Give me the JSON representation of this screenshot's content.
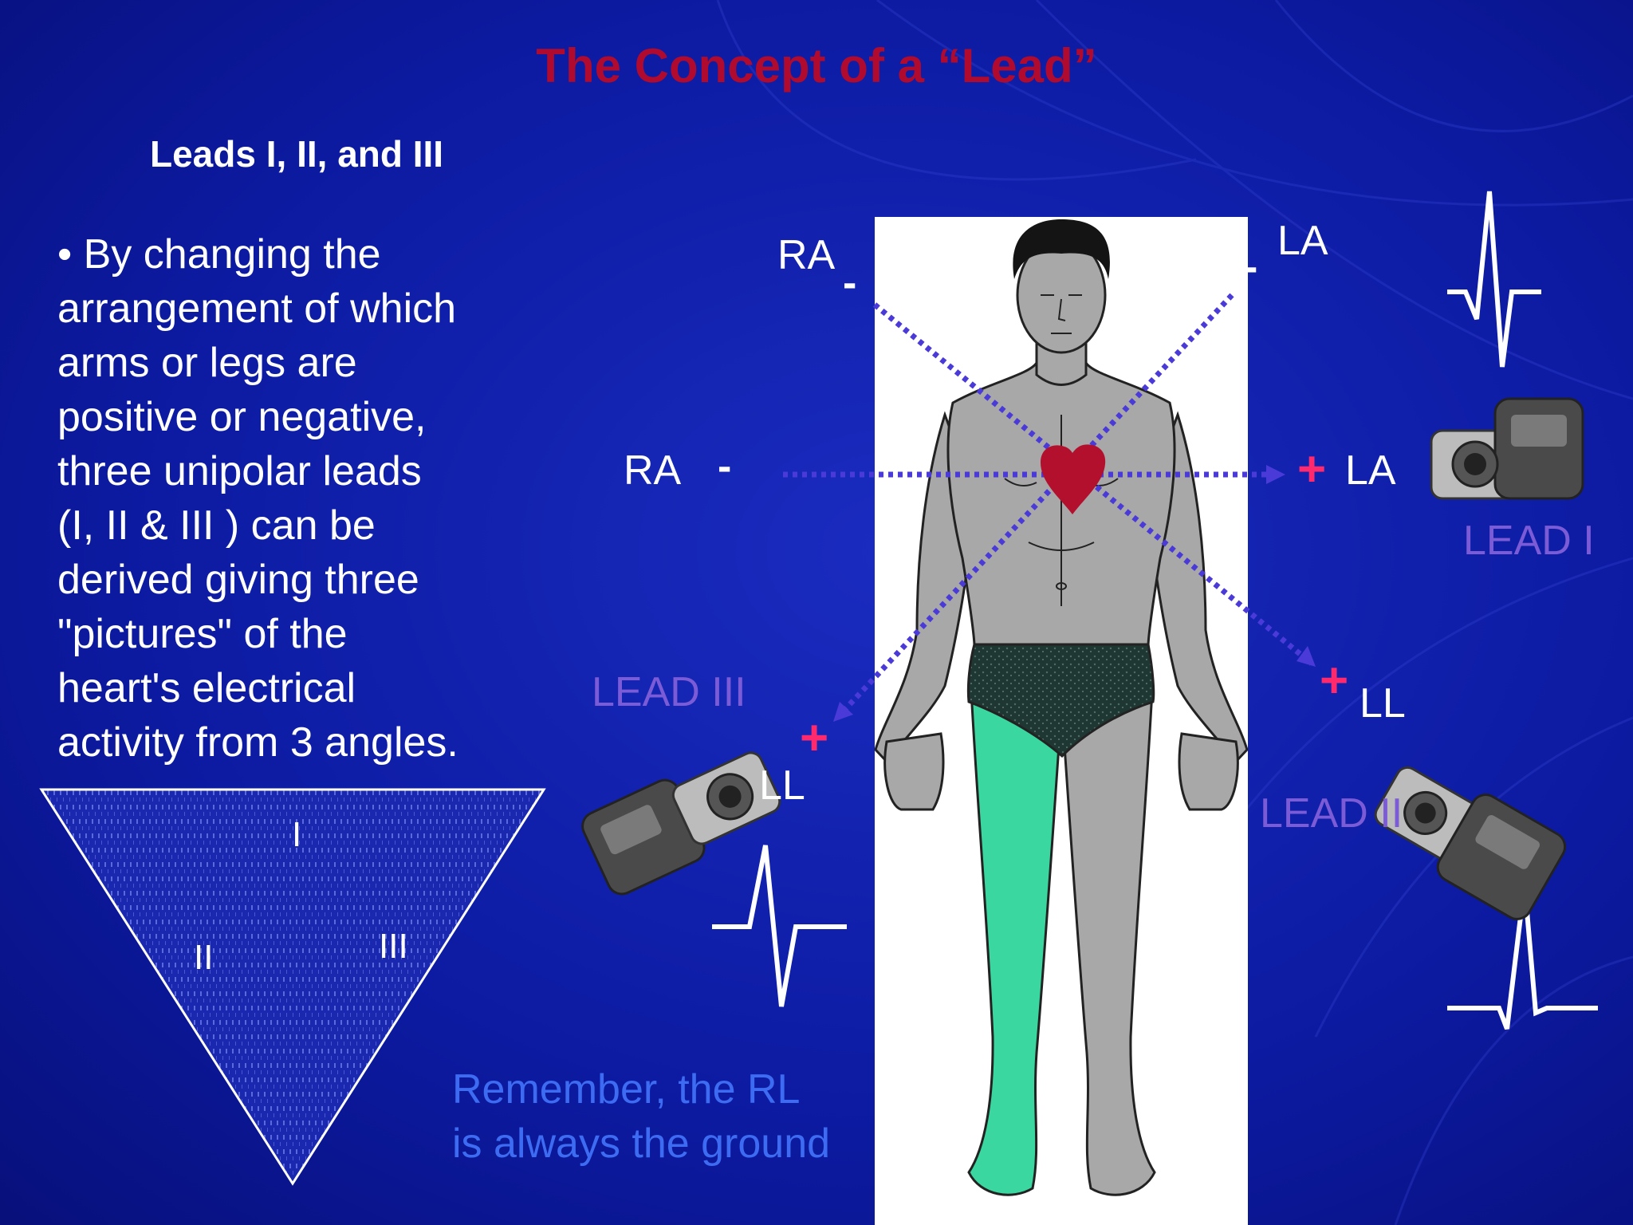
{
  "title": "The Concept of a “Lead”",
  "subtitle": "Leads I, II, and III",
  "bullet_lines": [
    "• By changing the",
    "arrangement of which",
    "arms or legs are",
    "positive or negative,",
    "three unipolar leads",
    "(I, II & III ) can be",
    "derived giving three",
    "\"pictures\" of the",
    "heart's electrical",
    "activity from 3 angles."
  ],
  "electrodes": {
    "ra_top": "RA",
    "la_top": "LA",
    "ra_mid": "RA",
    "la_mid": "LA",
    "ll_left": "LL",
    "ll_right": "LL",
    "negative_sign": "-",
    "positive_sign": "+"
  },
  "leads": {
    "lead1": "LEAD I",
    "lead2": "LEAD II",
    "lead3": "LEAD III"
  },
  "triangle_labels": {
    "top": "I",
    "left": "II",
    "right": "III"
  },
  "note_lines": [
    "Remember, the RL",
    "is always the ground"
  ],
  "colors": {
    "title": "#b00a2e",
    "lead_label": "#7b5bd6",
    "note": "#3d6cf2",
    "plus_sign": "#ff2a6d",
    "heart": "#b3102e",
    "lead_line": "#4a3ad8",
    "shorts": "#213a36",
    "right_leg": "#3ad8a0",
    "body": "#a8a8a8"
  },
  "icons": [
    "heart-icon",
    "camera-icon",
    "ecg-waveform-icon"
  ]
}
